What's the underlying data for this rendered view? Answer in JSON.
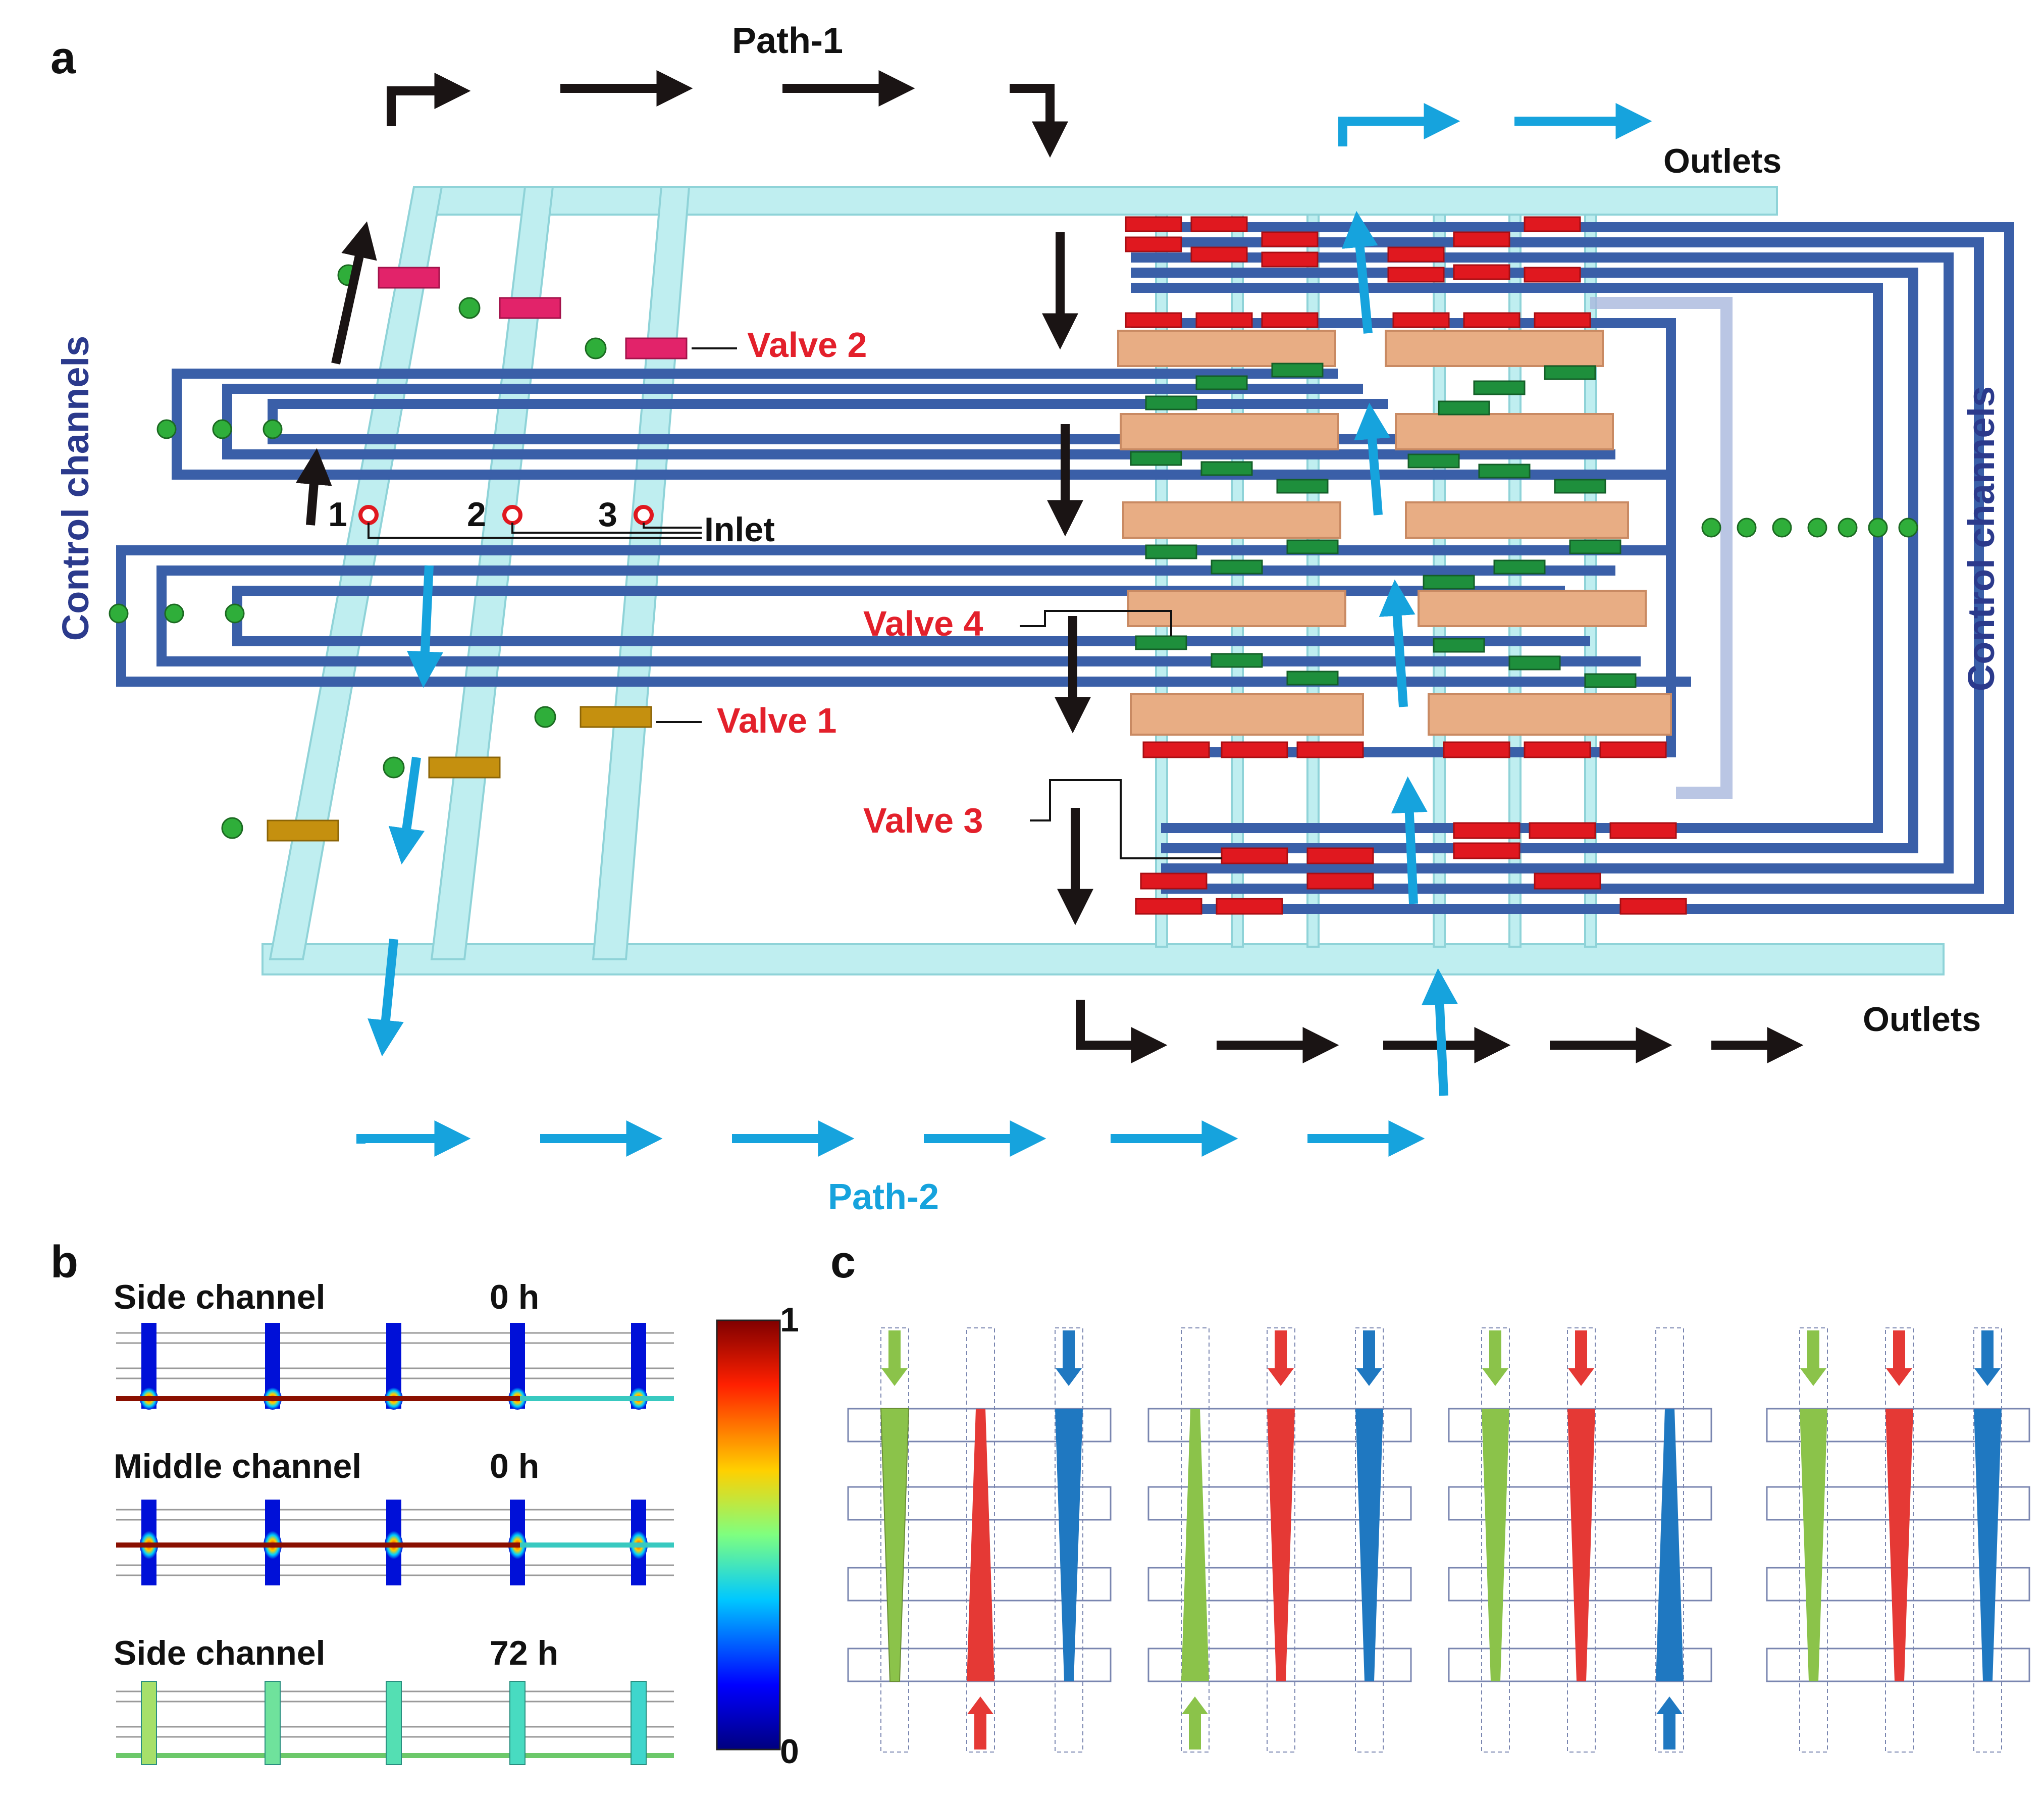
{
  "panels": {
    "a": "a",
    "b": "b",
    "c": "c"
  },
  "panel_a": {
    "path1": "Path-1",
    "path2": "Path-2",
    "outlets_top": "Outlets",
    "outlets_bottom": "Outlets",
    "control_left": "Control channels",
    "control_right": "Control channels",
    "valve1": "Valve 1",
    "valve2": "Valve 2",
    "valve3": "Valve 3",
    "valve4": "Valve 4",
    "inlet": "Inlet",
    "inlet_numbers": [
      "1",
      "2",
      "3"
    ]
  },
  "panel_b": {
    "rows": [
      {
        "channel": "Side channel",
        "time": "0 h"
      },
      {
        "channel": "Middle channel",
        "time": "0 h"
      },
      {
        "channel": "Side channel",
        "time": "72 h"
      }
    ],
    "colorbar": {
      "max": "1",
      "min": "0"
    }
  },
  "colors": {
    "fluid": "#bfeef0",
    "control": "#3a5fa8",
    "valve_red": "#e0181f",
    "valve_green": "#1e8f3c",
    "valve_pink": "#e2236a",
    "valve_gold": "#c5900f",
    "chamber": "#e8ad84",
    "arrow_black": "#1a1414",
    "arrow_blue": "#16a3dd",
    "c_green": "#8bc34a",
    "c_red": "#e53935",
    "c_blue": "#1f78c1"
  }
}
